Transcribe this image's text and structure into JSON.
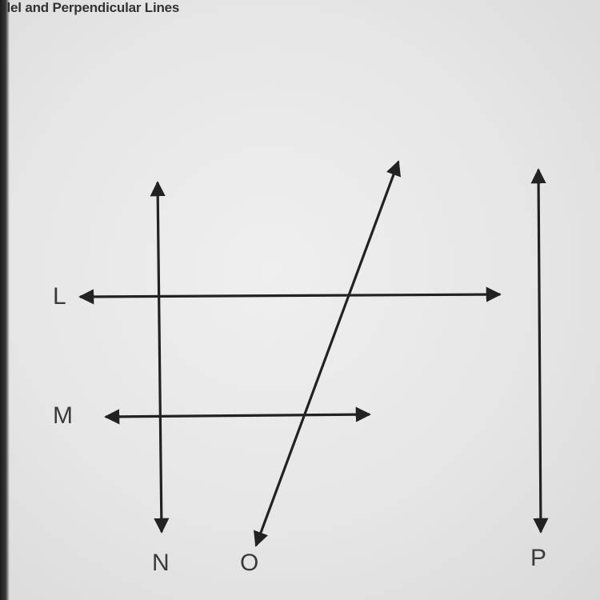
{
  "header": {
    "title": "llel and Perpendicular Lines"
  },
  "labels": {
    "L": "L",
    "M": "M",
    "N": "N",
    "O": "O",
    "P": "P"
  },
  "colors": {
    "line": "#222222",
    "background": "#e8e8e8",
    "label": "#3a3a3a"
  }
}
